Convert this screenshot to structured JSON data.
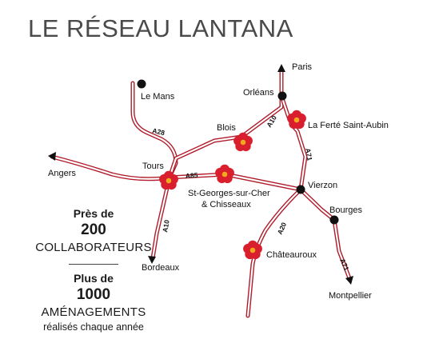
{
  "title": "LE RÉSEAU LANTANA",
  "stats": {
    "collab_prefix": "Près de",
    "collab_number": "200",
    "collab_label": "COLLABORATEURS",
    "amenag_prefix": "Plus de",
    "amenag_number": "1000",
    "amenag_label": "AMÉNAGEMENTS",
    "amenag_suffix": "réalisés chaque année"
  },
  "colors": {
    "road_outline": "#b01c2b",
    "road_fill": "#ffffff",
    "flower_petal": "#d91f2e",
    "flower_center": "#f2a81d",
    "city_dot": "#111111",
    "text": "#111111",
    "title": "#4a4a4a"
  },
  "map": {
    "cities": [
      {
        "id": "le-mans",
        "label": "Le Mans",
        "marker": "dot"
      },
      {
        "id": "orleans",
        "label": "Orléans",
        "marker": "dot"
      },
      {
        "id": "paris",
        "label": "Paris",
        "marker": "arrow-up"
      },
      {
        "id": "angers",
        "label": "Angers",
        "marker": "arrow-left"
      },
      {
        "id": "tours",
        "label": "Tours",
        "marker": "flower"
      },
      {
        "id": "blois",
        "label": "Blois",
        "marker": "flower"
      },
      {
        "id": "la-ferte",
        "label": "La Ferté Saint-Aubin",
        "marker": "flower"
      },
      {
        "id": "st-georges",
        "label": "St-Georges-sur-Cher",
        "label2": "& Chisseaux",
        "marker": "flower"
      },
      {
        "id": "vierzon",
        "label": "Vierzon",
        "marker": "dot"
      },
      {
        "id": "bourges",
        "label": "Bourges",
        "marker": "dot"
      },
      {
        "id": "chateauroux",
        "label": "Châteauroux",
        "marker": "flower"
      },
      {
        "id": "bordeaux",
        "label": "Bordeaux",
        "marker": "arrow-down"
      },
      {
        "id": "montpellier",
        "label": "Montpellier",
        "marker": "arrow-down"
      }
    ],
    "roads": [
      {
        "id": "a28",
        "label": "A28"
      },
      {
        "id": "a10-north",
        "label": "A10"
      },
      {
        "id": "a85",
        "label": "A85"
      },
      {
        "id": "a71-north",
        "label": "A71"
      },
      {
        "id": "a10-south",
        "label": "A10"
      },
      {
        "id": "a20",
        "label": "A20"
      },
      {
        "id": "a71-south",
        "label": "A71"
      }
    ]
  }
}
